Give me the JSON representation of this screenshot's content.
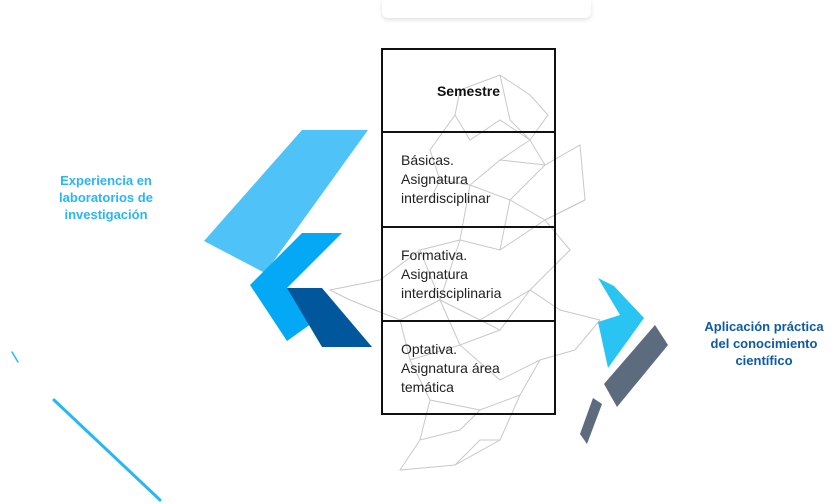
{
  "left_label": "Experiencia en\nlaboratorios de\ninvestigación",
  "right_label": "Aplicación práctica\ndel conocimiento\ncientífico",
  "table": {
    "header": "Semestre",
    "rows": [
      "Básicas.\nAsignatura\ninterdisciplinar",
      "Formativa.\nAsignatura\ninterdisciplinaria",
      "Optativa.\nAsignatura  área\ntemática"
    ]
  },
  "colors": {
    "light_blue": "#4fc3f7",
    "mid_blue": "#03a9f4",
    "dark_blue": "#01579b",
    "cyan": "#29c4f2",
    "slate": "#5c6b7e",
    "network": "#c8c8c8"
  }
}
